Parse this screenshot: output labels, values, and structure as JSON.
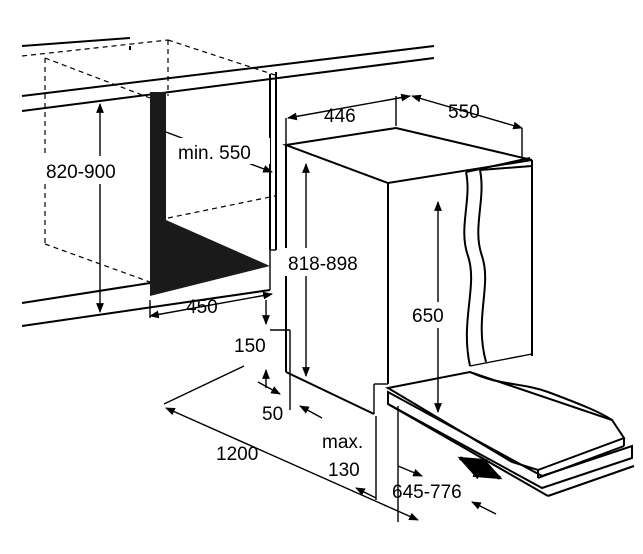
{
  "dimensions": {
    "niche_height": "820-900",
    "min_depth": "min. 550",
    "appliance_width": "446",
    "appliance_depth": "550",
    "appliance_height": "818-898",
    "niche_width": "450",
    "door_height": "650",
    "plinth_height": "150",
    "plinth_depth": "50",
    "max_label": "max.",
    "max_value": "130",
    "door_open_depth": "1200",
    "door_range": "645-776"
  },
  "colors": {
    "stroke": "#000000",
    "fill_dark": "#1a1a1a",
    "background": "#ffffff"
  }
}
